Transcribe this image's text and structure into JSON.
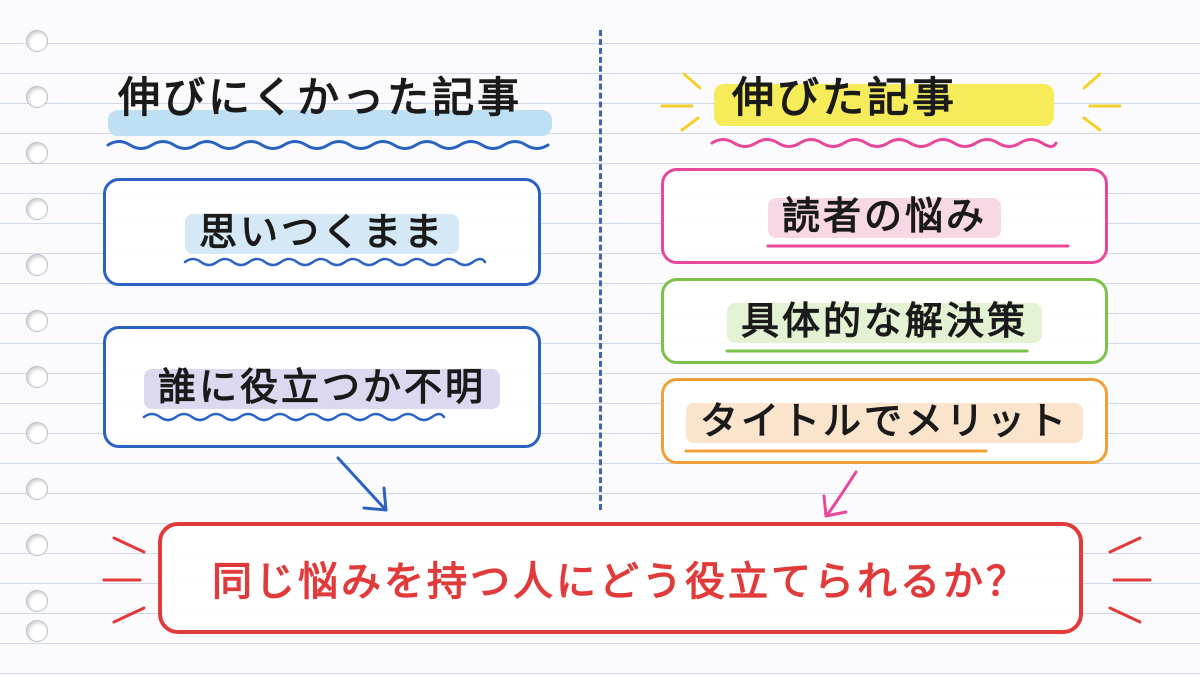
{
  "left": {
    "heading": "伸びにくかった記事",
    "boxes": [
      {
        "label": "思いつくまま"
      },
      {
        "label": "誰に役立つか不明"
      }
    ]
  },
  "right": {
    "heading": "伸びた記事",
    "boxes": [
      {
        "label": "読者の悩み"
      },
      {
        "label": "具体的な解決策"
      },
      {
        "label": "タイトルでメリット"
      }
    ]
  },
  "conclusion": "同じ悩みを持つ人にどう役立てられるか？",
  "colors": {
    "left_accent": "#2a62c2",
    "left_marker": "#bfe0f4",
    "right_heading_marker": "#f6ec5a",
    "pink": "#e8479a",
    "green": "#7cc24a",
    "orange": "#f0a03a",
    "red": "#e03a3a"
  }
}
